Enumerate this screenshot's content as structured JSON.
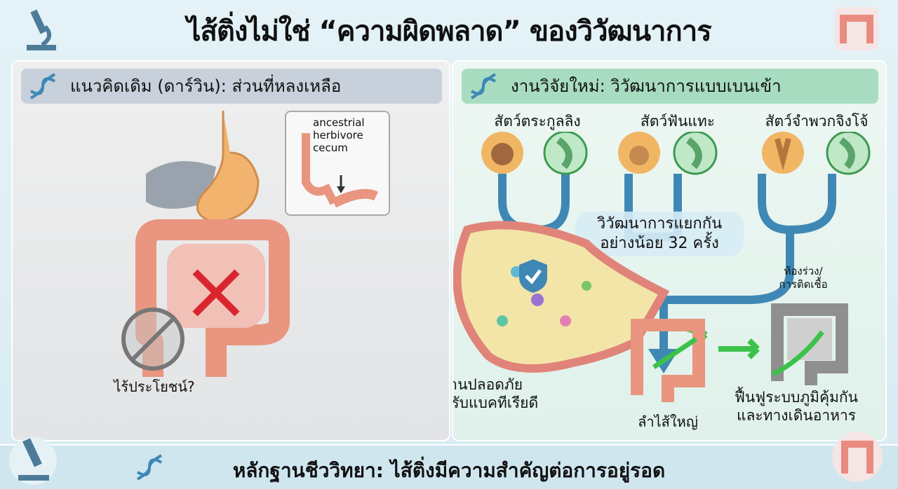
{
  "title": "ไส้ติ่งไม่ใช่ “ความผิดพลาด” ของวิวัฒนาการ",
  "left_panel": {
    "header": "แนวคิดเดิม (ดาร์วิน): ส่วนที่หลงเหลือ",
    "inset_label": [
      "ancestrial",
      "herbivore",
      "cecum"
    ],
    "useless_label": "ไร้ประโยชน์?"
  },
  "right_panel": {
    "header": "งานวิจัยใหม่: วิวัฒนาการแบบเบนเข้า",
    "groups": [
      {
        "label": "สัตว์ตระกูลลิง",
        "icon": "monkey-icon"
      },
      {
        "label": "สัตว์ฟันแทะ",
        "icon": "rodent-icon"
      },
      {
        "label": "สัตว์จำพวกจิงโจ้",
        "icon": "kangaroo-icon"
      }
    ],
    "convergence": [
      "วิวัฒนาการแยกกัน",
      "อย่างน้อย 32 ครั้ง"
    ],
    "safe_house": [
      "บ้านปลอดภัย",
      "สำหรับแบคทีเรียดี"
    ],
    "large_intestine": "ลำไส้ใหญ่",
    "diarrhea": [
      "ท้องร่วง/",
      "การติดเชื้อ"
    ],
    "restore": [
      "ฟื้นฟูระบบภูมิคุ้มกัน",
      "และทางเดินอาหาร"
    ]
  },
  "footer": "หลักฐานชีววิทยา: ไส้ติ่งมีความสำคัญต่อการอยู่รอด",
  "colors": {
    "tree": "#3f88b5",
    "arrow": "#3cc24a",
    "colon": "#e9957f",
    "left_header": "#c8d0db",
    "right_header": "#a8dcc1"
  }
}
